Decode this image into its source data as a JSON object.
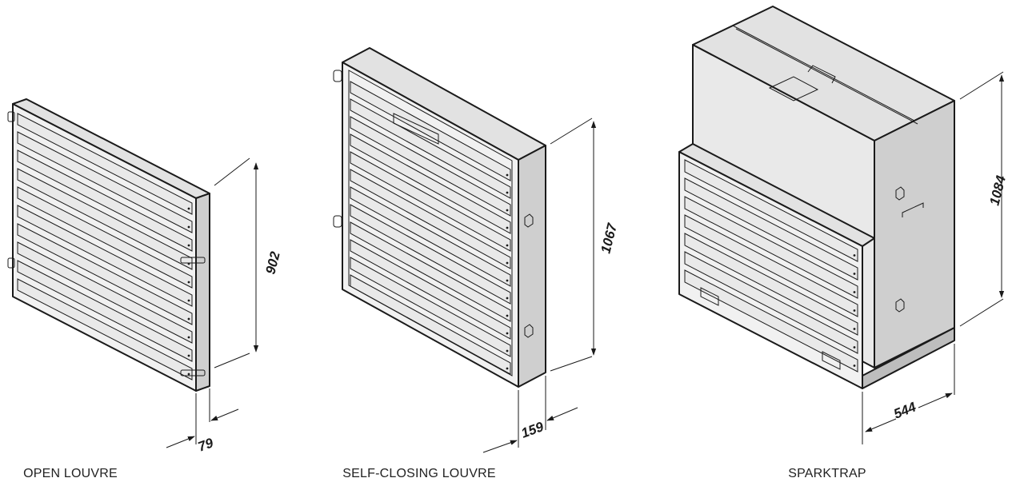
{
  "colors": {
    "panel_front": "#f1f1f1",
    "panel_side": "#cfcfcf",
    "panel_top": "#e2e2e2",
    "slat": "#e9e9e9",
    "line": "#1a1a1a"
  },
  "open_louvre": {
    "caption": "OPEN LOUVRE",
    "height_dim": "902",
    "depth_dim": "79"
  },
  "self_closing_louvre": {
    "caption": "SELF-CLOSING LOUVRE",
    "height_dim": "1067",
    "depth_dim": "159"
  },
  "sparktrap": {
    "caption": "SPARKTRAP",
    "height_dim": "1084",
    "depth_dim": "544"
  }
}
